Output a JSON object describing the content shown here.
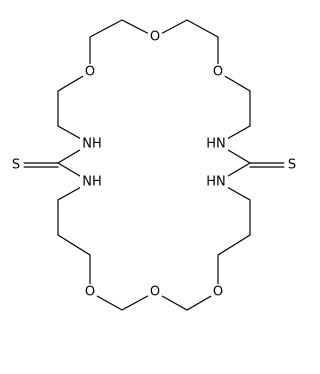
{
  "diagram": {
    "type": "chemical-structure",
    "atoms": [
      {
        "id": "O1",
        "element": "O",
        "label": "O"
      },
      {
        "id": "O2",
        "element": "O",
        "label": "O"
      },
      {
        "id": "O3",
        "element": "O",
        "label": "O"
      },
      {
        "id": "N1",
        "element": "N",
        "label": "NH"
      },
      {
        "id": "N2",
        "element": "N",
        "label": "HN"
      },
      {
        "id": "S1",
        "element": "S",
        "label": "S"
      },
      {
        "id": "S2",
        "element": "S",
        "label": "S"
      },
      {
        "id": "N3",
        "element": "N",
        "label": "NH"
      },
      {
        "id": "N4",
        "element": "N",
        "label": "HN"
      },
      {
        "id": "O4",
        "element": "O",
        "label": "O"
      },
      {
        "id": "O5",
        "element": "O",
        "label": "O"
      },
      {
        "id": "O6",
        "element": "O",
        "label": "O"
      }
    ]
  }
}
